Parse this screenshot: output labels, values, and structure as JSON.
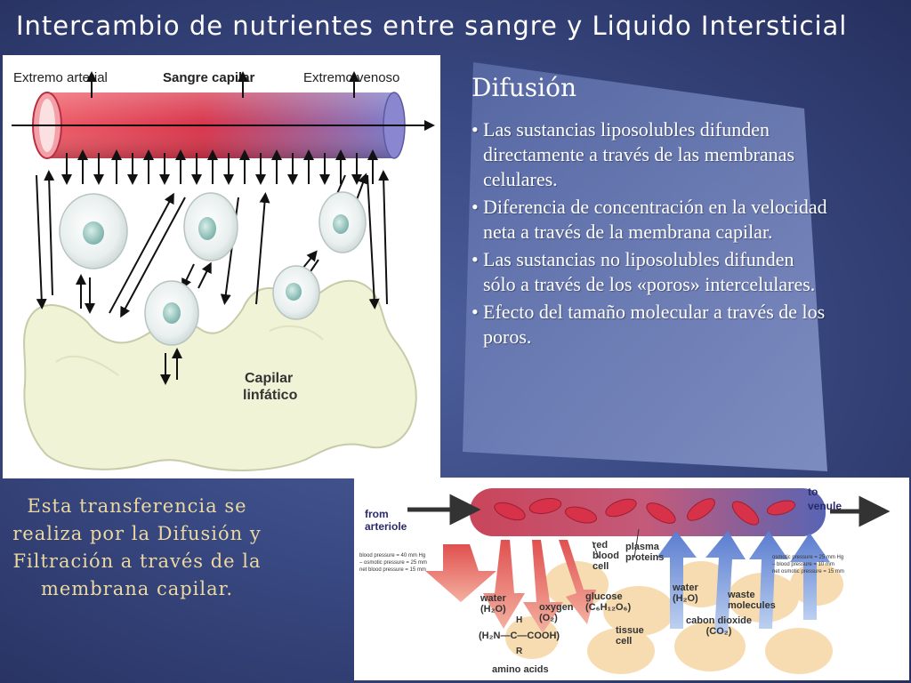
{
  "slide": {
    "title": "Intercambio de nutrientes entre sangre y Liquido Intersticial",
    "caption": "Esta transferencia se realiza por la Difusión y Filtración a través de la membrana capilar."
  },
  "difusion": {
    "heading": "Difusión",
    "bullets": [
      "Las sustancias liposolubles difunden directamente a través de las membranas celulares.",
      "Diferencia de concentración en la velocidad neta a través de la membrana capilar.",
      "Las sustancias no liposolubles difunden sólo a través de los «poros» intercelulares.",
      "Efecto del tamaño molecular a través de los poros."
    ]
  },
  "diagram_left": {
    "label_arterial": "Extremo arterial",
    "label_capilar": "Sangre capilar",
    "label_venoso": "Extremo venoso",
    "label_linfatico_1": "Capilar",
    "label_linfatico_2": "linfático"
  },
  "diagram_right": {
    "from_1": "from",
    "from_2": "arteriole",
    "to_1": "to",
    "to_2": "venule",
    "pressure_left": [
      "blood pressure = 40 mm Hg",
      "– osmotic pressure = 25 mm",
      "net blood pressure = 15 mm"
    ],
    "pressure_right": [
      "osmotic pressure = 25 mm Hg",
      "– blood pressure = 10 mm",
      "net osmotic pressure = 15 mm"
    ],
    "red_blood_cell": "red blood cell",
    "plasma_proteins": "plasma proteins",
    "water_left": "water (H₂O)",
    "oxygen": "oxygen (O₂)",
    "glucose": "glucose (C₆H₁₂O₆)",
    "tissue_cell": "tissue cell",
    "water_right": "water (H₂O)",
    "waste": "waste molecules",
    "co2": "cabon dioxide (CO₂)",
    "amino_h": "H",
    "amino_formula": "(H₂N—C—COOH)",
    "amino_r": "R",
    "amino_acids": "amino acids"
  },
  "colors": {
    "capillary_arterial": "#d8344a",
    "capillary_venous": "#7a78c8",
    "caption_color": "#ecd9a0",
    "lymph_fill": "#f0f3d6"
  }
}
